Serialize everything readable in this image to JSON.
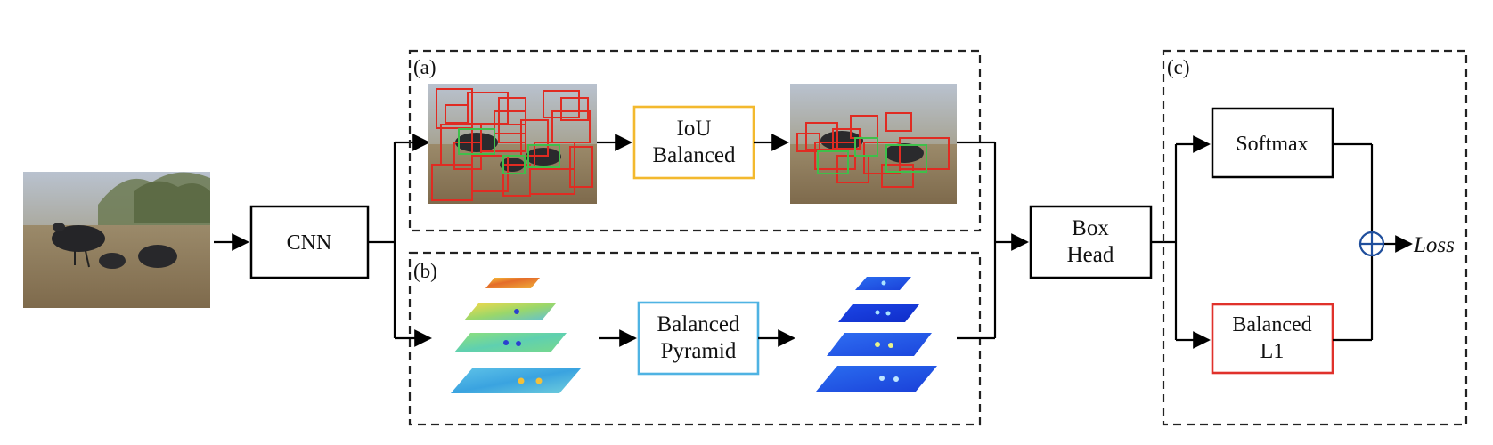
{
  "panels": {
    "a": "(a)",
    "b": "(b)",
    "c": "(c)"
  },
  "blocks": {
    "cnn": "CNN",
    "iou_line1": "IoU",
    "iou_line2": "Balanced",
    "pyramid_line1": "Balanced",
    "pyramid_line2": "Pyramid",
    "box_head_line1": "Box",
    "box_head_line2": "Head",
    "softmax": "Softmax",
    "l1_line1": "Balanced",
    "l1_line2": "L1",
    "loss": "Loss"
  },
  "colors": {
    "iou_border": "#f3b92e",
    "pyramid_border": "#4fb3e3",
    "l1_border": "#e0312b",
    "proposal_red": "#e02b22",
    "proposal_green": "#3fbf4a",
    "sum_node": "#1f4e9c"
  }
}
